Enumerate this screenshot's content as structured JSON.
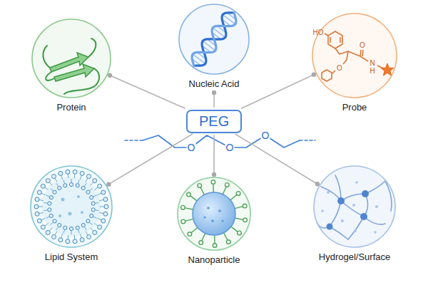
{
  "diagram": {
    "nodes": [
      {
        "text": [
          "Protein"
        ]
      },
      {
        "text": [
          "Nucleic Acid"
        ]
      },
      {
        "text": [
          "Probe"
        ]
      },
      {
        "text": [
          "PEG"
        ]
      },
      {
        "text": [
          "Lipid System"
        ]
      },
      {
        "text": [
          "Nanoparticle"
        ]
      },
      {
        "text": [
          "Hydrogel/Surface"
        ]
      }
    ],
    "edges": [
      {
        "from": 3,
        "to": 0,
        "arrow": "none"
      },
      {
        "from": 3,
        "to": 1,
        "arrow": "none"
      },
      {
        "from": 3,
        "to": 2,
        "arrow": "none"
      },
      {
        "from": 3,
        "to": 4,
        "arrow": "none"
      },
      {
        "from": 3,
        "to": 5,
        "arrow": "none"
      },
      {
        "from": 3,
        "to": 6,
        "arrow": "none"
      }
    ],
    "labels": [
      "HO",
      "O",
      "N",
      "H",
      "O",
      "O",
      "O",
      "O"
    ]
  }
}
